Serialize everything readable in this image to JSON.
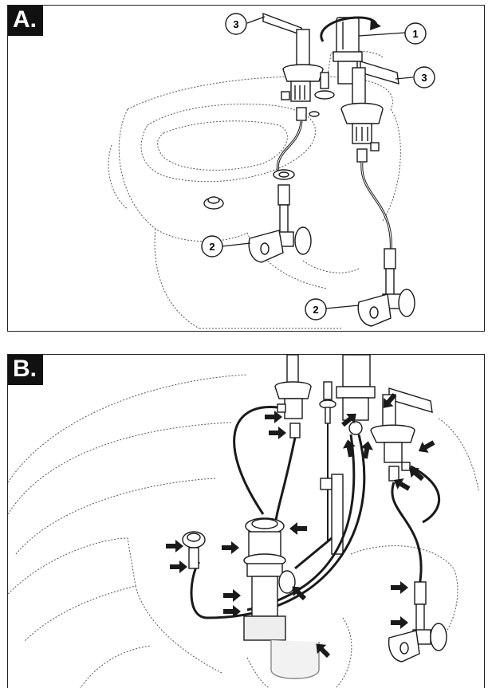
{
  "panels": [
    {
      "label": "A.",
      "callouts": [
        "3",
        "1",
        "3",
        "2",
        "2"
      ]
    },
    {
      "label": "B."
    }
  ],
  "colors": {
    "line": "#1a1a1a",
    "dotted": "#555555",
    "tag_background": "#111111",
    "tag_text": "#ffffff"
  },
  "icons": [
    "rotate-arrow-icon",
    "check-point-arrow-icon"
  ]
}
